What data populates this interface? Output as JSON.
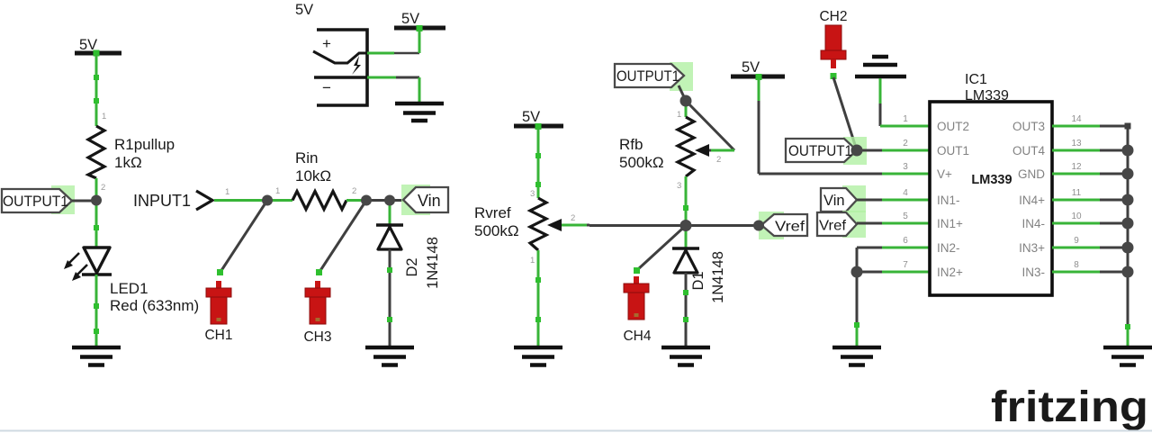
{
  "app": {
    "view": "schematic"
  },
  "colors": {
    "wire_green": "#38b438",
    "joint_green": "#2fbf2f",
    "pad_green": "#b2f0a4",
    "wire_gray": "#3f3f3f",
    "probe_red": "#c81414",
    "black": "#151515",
    "text_gray": "#828282",
    "logo_gray": "#949494"
  },
  "power": {
    "rail_label": "5V"
  },
  "flags": {
    "output1": "OUTPUT1",
    "input1": "INPUT1",
    "vin": "Vin",
    "vref": "Vref"
  },
  "components": {
    "r1": {
      "ref": "R1pullup",
      "value": "1kΩ",
      "pin1": "1",
      "pin2": "2"
    },
    "rin": {
      "ref": "Rin",
      "value": "10kΩ",
      "pin1": "1",
      "pin2": "2"
    },
    "led1": {
      "ref": "LED1",
      "value": "Red (633nm)"
    },
    "d2": {
      "ref": "D2",
      "value": "1N4148"
    },
    "d1": {
      "ref": "D1",
      "value": "1N4148"
    },
    "rvref": {
      "ref": "Rvref",
      "value": "500kΩ",
      "pin1": "1",
      "pin2": "2",
      "pin3": "3"
    },
    "rfb": {
      "ref": "Rfb",
      "value": "500kΩ",
      "pin1": "1",
      "pin2": "2",
      "pin3": "3"
    },
    "battery": {
      "plus": "+",
      "minus": "−"
    },
    "input_wire_pin": "1",
    "ic1": {
      "ref": "IC1",
      "part": "LM339",
      "chip_label": "LM339",
      "left_pins": [
        {
          "num": "1",
          "label": "OUT2"
        },
        {
          "num": "2",
          "label": "OUT1"
        },
        {
          "num": "3",
          "label": "V+"
        },
        {
          "num": "4",
          "label": "IN1-"
        },
        {
          "num": "5",
          "label": "IN1+"
        },
        {
          "num": "6",
          "label": "IN2-"
        },
        {
          "num": "7",
          "label": "IN2+"
        }
      ],
      "right_pins": [
        {
          "num": "14",
          "label": "OUT3"
        },
        {
          "num": "13",
          "label": "OUT4"
        },
        {
          "num": "12",
          "label": "GND"
        },
        {
          "num": "11",
          "label": "IN4+"
        },
        {
          "num": "10",
          "label": "IN4-"
        },
        {
          "num": "9",
          "label": "IN3+"
        },
        {
          "num": "8",
          "label": "IN3-"
        }
      ]
    },
    "probes": {
      "ch1": "CH1",
      "ch2": "CH2",
      "ch3": "CH3",
      "ch4": "CH4"
    }
  },
  "branding": {
    "logo": "fritzing"
  }
}
